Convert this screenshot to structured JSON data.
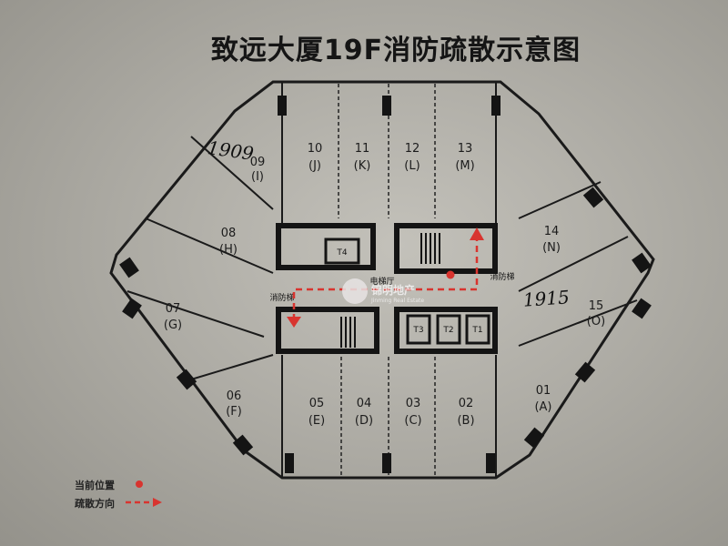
{
  "title": "致远大厦19F消防疏散示意图",
  "rooms": [
    {
      "no": "09",
      "letter": "(I)"
    },
    {
      "no": "10",
      "letter": "(J)"
    },
    {
      "no": "11",
      "letter": "(K)"
    },
    {
      "no": "12",
      "letter": "(L)"
    },
    {
      "no": "13",
      "letter": "(M)"
    },
    {
      "no": "14",
      "letter": "(N)"
    },
    {
      "no": "15",
      "letter": "(O)"
    },
    {
      "no": "01",
      "letter": "(A)"
    },
    {
      "no": "02",
      "letter": "(B)"
    },
    {
      "no": "03",
      "letter": "(C)"
    },
    {
      "no": "04",
      "letter": "(D)"
    },
    {
      "no": "05",
      "letter": "(E)"
    },
    {
      "no": "06",
      "letter": "(F)"
    },
    {
      "no": "07",
      "letter": "(G)"
    },
    {
      "no": "08",
      "letter": "(H)"
    }
  ],
  "elevators": [
    "T4",
    "T3",
    "T2",
    "T1"
  ],
  "core_labels": {
    "elevator_hall": "电梯厅",
    "fire_stairs_left": "消防梯",
    "fire_stairs_right": "消防梯"
  },
  "handwritten": {
    "room_09": "1909",
    "room_15": "1915"
  },
  "watermark": {
    "cn": "锦明地产",
    "en": "Jinming Real Estate"
  },
  "legend": {
    "current_location": "当前位置",
    "evacuation_direction": "疏散方向"
  },
  "colors": {
    "route": "#d8342f",
    "wall": "#151515",
    "plate": "#b0aea7"
  }
}
